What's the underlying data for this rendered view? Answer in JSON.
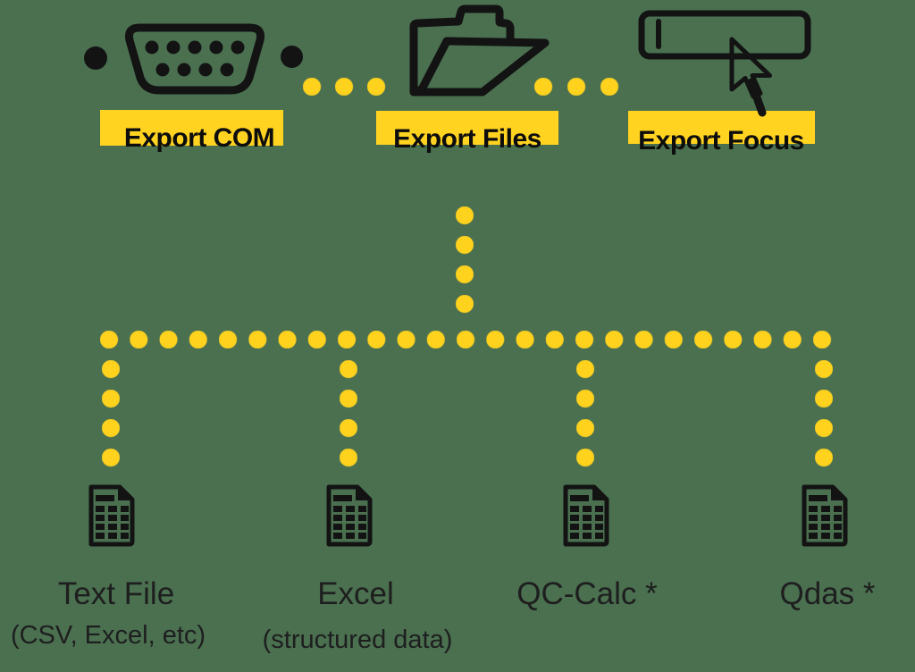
{
  "colors": {
    "background": "#4a7050",
    "accent_dots": "#ffd21e",
    "highlight_band": "#ffd320",
    "ink": "#131313"
  },
  "sources": [
    {
      "label": "Export COM",
      "icon": "serial-port-icon"
    },
    {
      "label": "Export Files",
      "icon": "open-folder-icon"
    },
    {
      "label": "Export Focus",
      "icon": "text-input-cursor-icon"
    }
  ],
  "outputs": [
    {
      "label": "Text File",
      "sublabel": "(CSV, Excel, etc)",
      "icon": "spreadsheet-file-icon"
    },
    {
      "label": "Excel",
      "sublabel": "(structured data)",
      "icon": "spreadsheet-file-icon"
    },
    {
      "label": "QC-Calc *",
      "sublabel": "",
      "icon": "spreadsheet-file-icon"
    },
    {
      "label": "Qdas *",
      "sublabel": "",
      "icon": "spreadsheet-file-icon"
    }
  ]
}
